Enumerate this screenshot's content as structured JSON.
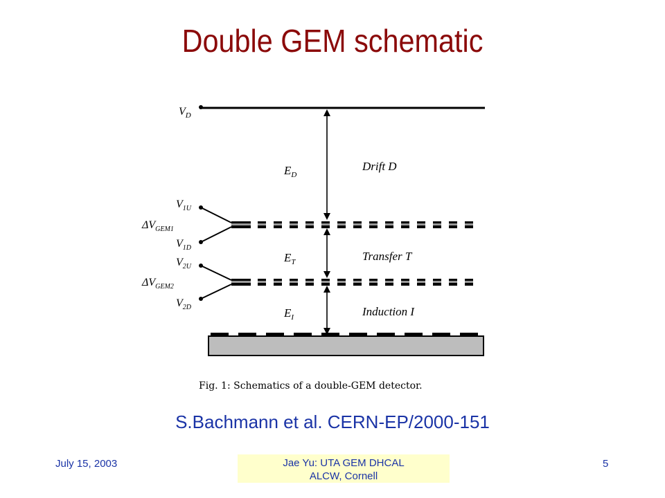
{
  "slide": {
    "title": "Double GEM schematic",
    "citation": "S.Bachmann et al. CERN-EP/2000-151",
    "footer": {
      "date": "July 15, 2003",
      "center_line1": "Jae Yu: UTA GEM DHCAL",
      "center_line2": "ALCW, Cornell",
      "page": "5"
    }
  },
  "diagram": {
    "figure_caption": "Fig. 1: Schematics of a double-GEM detector.",
    "voltages": {
      "vd": {
        "main": "V",
        "sub": "D"
      },
      "v1u": {
        "main": "V",
        "sub": "1U"
      },
      "dvgem1": {
        "main": "ΔV",
        "sub": "GEM1"
      },
      "v1d": {
        "main": "V",
        "sub": "1D"
      },
      "v2u": {
        "main": "V",
        "sub": "2U"
      },
      "dvgem2": {
        "main": "ΔV",
        "sub": "GEM2"
      },
      "v2d": {
        "main": "V",
        "sub": "2D"
      }
    },
    "fields": {
      "ed": {
        "main": "E",
        "sub": "D"
      },
      "et": {
        "main": "E",
        "sub": "T"
      },
      "ei": {
        "main": "E",
        "sub": "I"
      }
    },
    "regions": {
      "drift": "Drift  D",
      "transfer": "Transfer  T",
      "induction": "Induction  I"
    }
  }
}
